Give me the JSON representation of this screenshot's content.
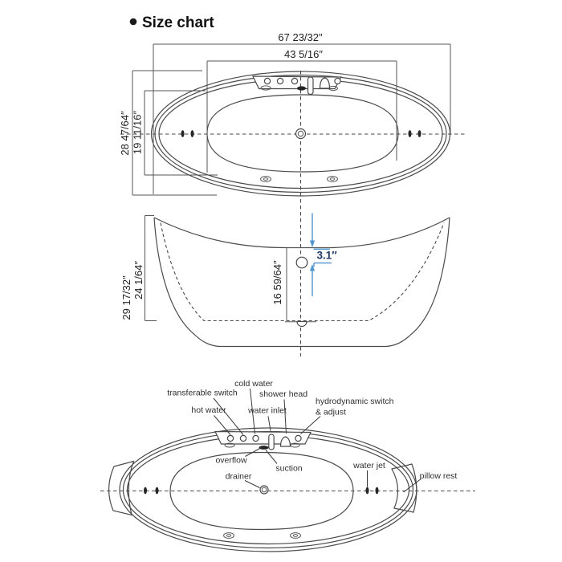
{
  "title": "Size chart",
  "colors": {
    "line": "#4a4a4a",
    "text": "#222222",
    "accent_blue": "#4e94cf",
    "accent_navy": "#1f3864"
  },
  "top_view": {
    "width_outer": "67 23/32″",
    "width_inner": "43 5/16″",
    "depth_outer": "28 47/64″",
    "depth_inner": "19 11/16″"
  },
  "side_view": {
    "height_overall": "29 17/32″",
    "height_interior": "24 1/64″",
    "depth_interior": "16 59/64″",
    "overflow_offset": "3.1″"
  },
  "bottom_view": {
    "labels": {
      "hot_water": "hot water",
      "transferable_switch": "transferable switch",
      "cold_water": "cold water",
      "water_inlet": "water inlet",
      "shower_head": "shower head",
      "hydrodynamic_switch": "hydrodynamic switch",
      "hydrodynamic_adjust": "& adjust",
      "overflow": "overflow",
      "suction": "suction",
      "drainer": "drainer",
      "water_jet": "water jet",
      "pillow_rest": "pillow rest"
    }
  }
}
